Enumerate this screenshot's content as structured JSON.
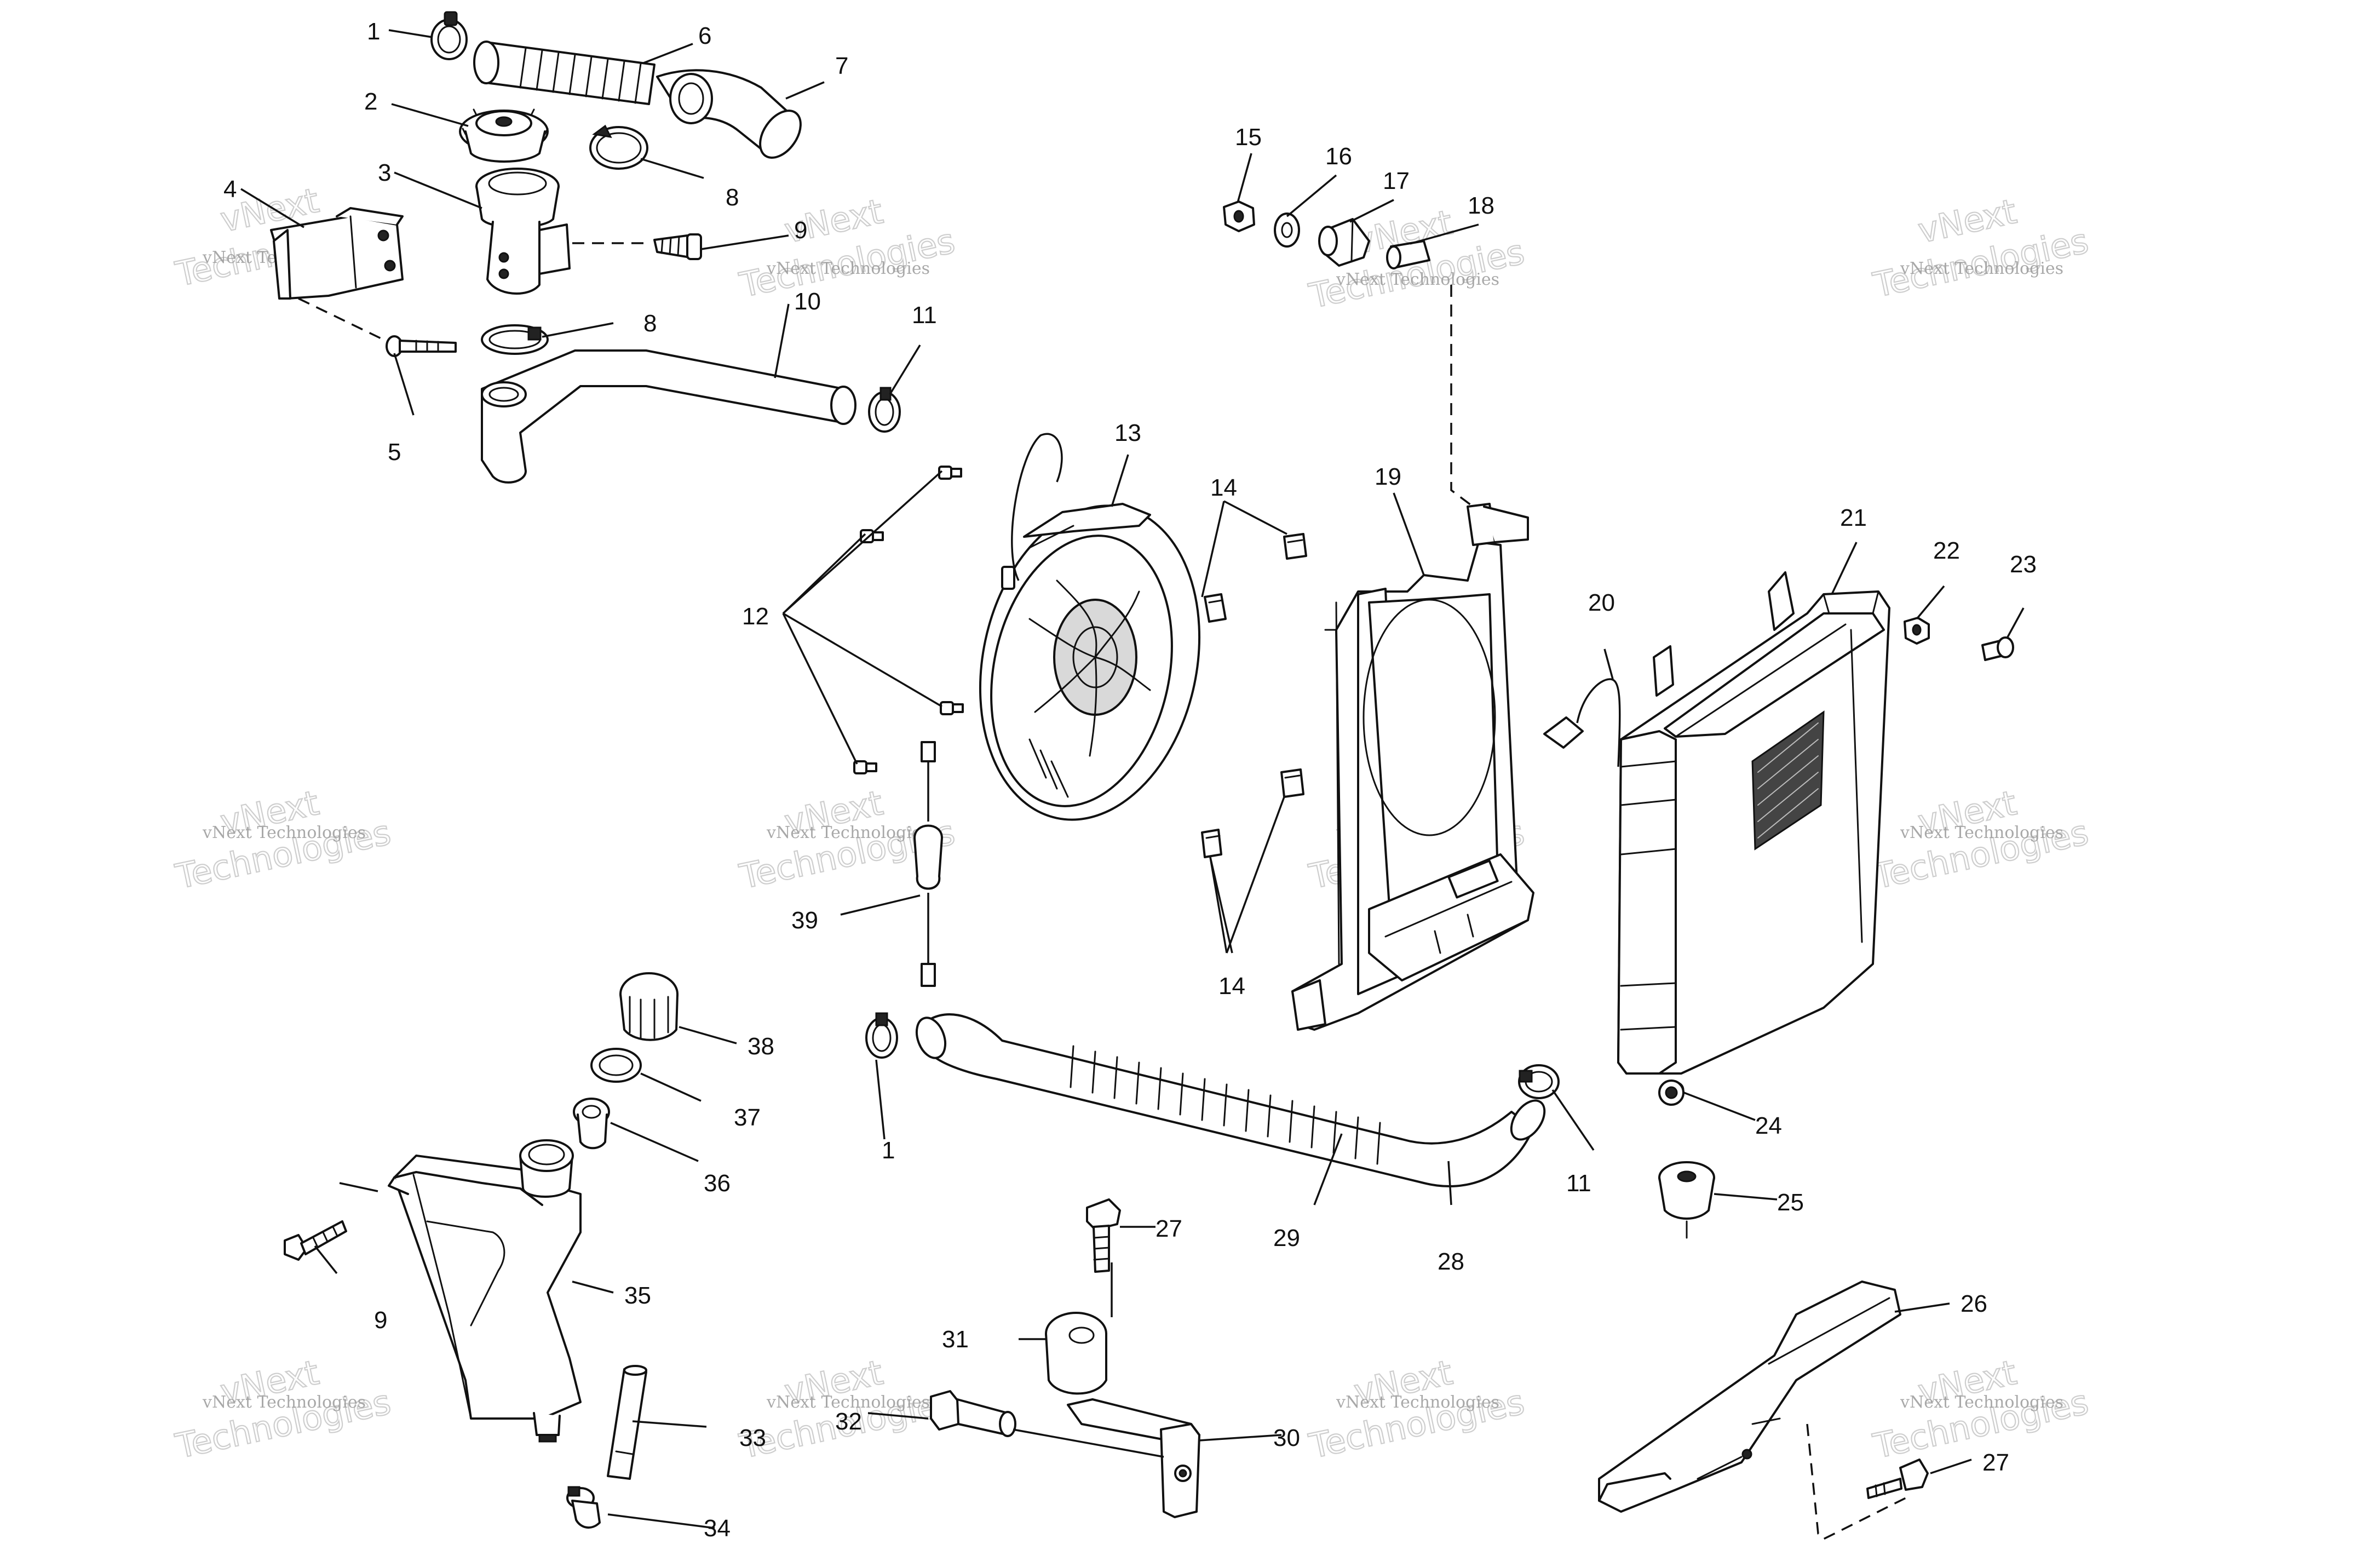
{
  "watermark": {
    "small": "vNext Technologies",
    "large_line1": "vNext",
    "large_line2": "Technologies"
  },
  "callouts": [
    "1",
    "2",
    "3",
    "4",
    "5",
    "6",
    "7",
    "8",
    "8",
    "9",
    "9",
    "10",
    "11",
    "11",
    "12",
    "13",
    "14",
    "14",
    "15",
    "16",
    "17",
    "18",
    "19",
    "20",
    "21",
    "22",
    "23",
    "24",
    "25",
    "26",
    "27",
    "27",
    "28",
    "29",
    "30",
    "31",
    "32",
    "33",
    "34",
    "35",
    "36",
    "37",
    "38",
    "39",
    "1"
  ]
}
